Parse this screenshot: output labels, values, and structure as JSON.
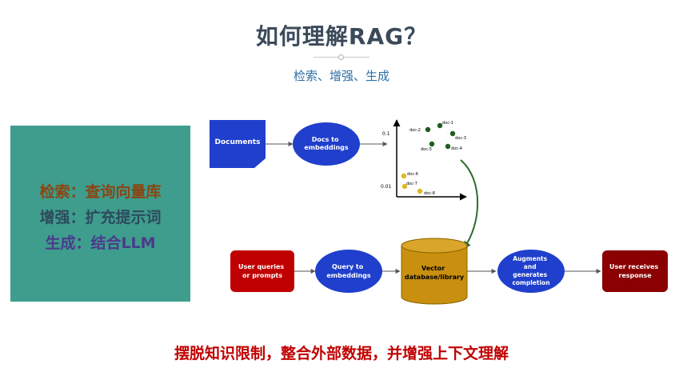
{
  "title": "如何理解RAG？",
  "subtitle": "检索、增强、生成",
  "summary": {
    "line1": "检索：查询向量库",
    "line2": "增强：扩充提示词",
    "line3": "生成：结合LLM"
  },
  "diagram": {
    "documents": "Documents",
    "docs_to_embeddings": [
      "Docs to",
      "embeddings"
    ],
    "user_queries": [
      "User queries",
      "or prompts"
    ],
    "query_to_embeddings": [
      "Query to",
      "embeddings"
    ],
    "vector_db": [
      "Vector",
      "database/library"
    ],
    "augments": [
      "Augments",
      "and",
      "generates",
      "completion"
    ],
    "user_receives": [
      "User receives",
      "response"
    ],
    "plot": {
      "y_tick_top": "0.1",
      "y_tick_bottom": "0.01",
      "points": [
        "doc-1",
        "doc-2",
        "doc-3",
        "doc-4",
        "doc-5",
        "doc-6",
        "doc-7",
        "doc-8"
      ]
    }
  },
  "bottom_text": "摆脱知识限制，整合外部数据，并增强上下文理解",
  "colors": {
    "title": "#3b4a5a",
    "subtitle": "#2f6ea5",
    "teal": "#3e9d8c",
    "blue_node": "#1f3fcc",
    "red_node": "#c00000",
    "dark_red_node": "#8b0000",
    "cylinder": "#c8900e",
    "bottom_text": "#c00000"
  }
}
